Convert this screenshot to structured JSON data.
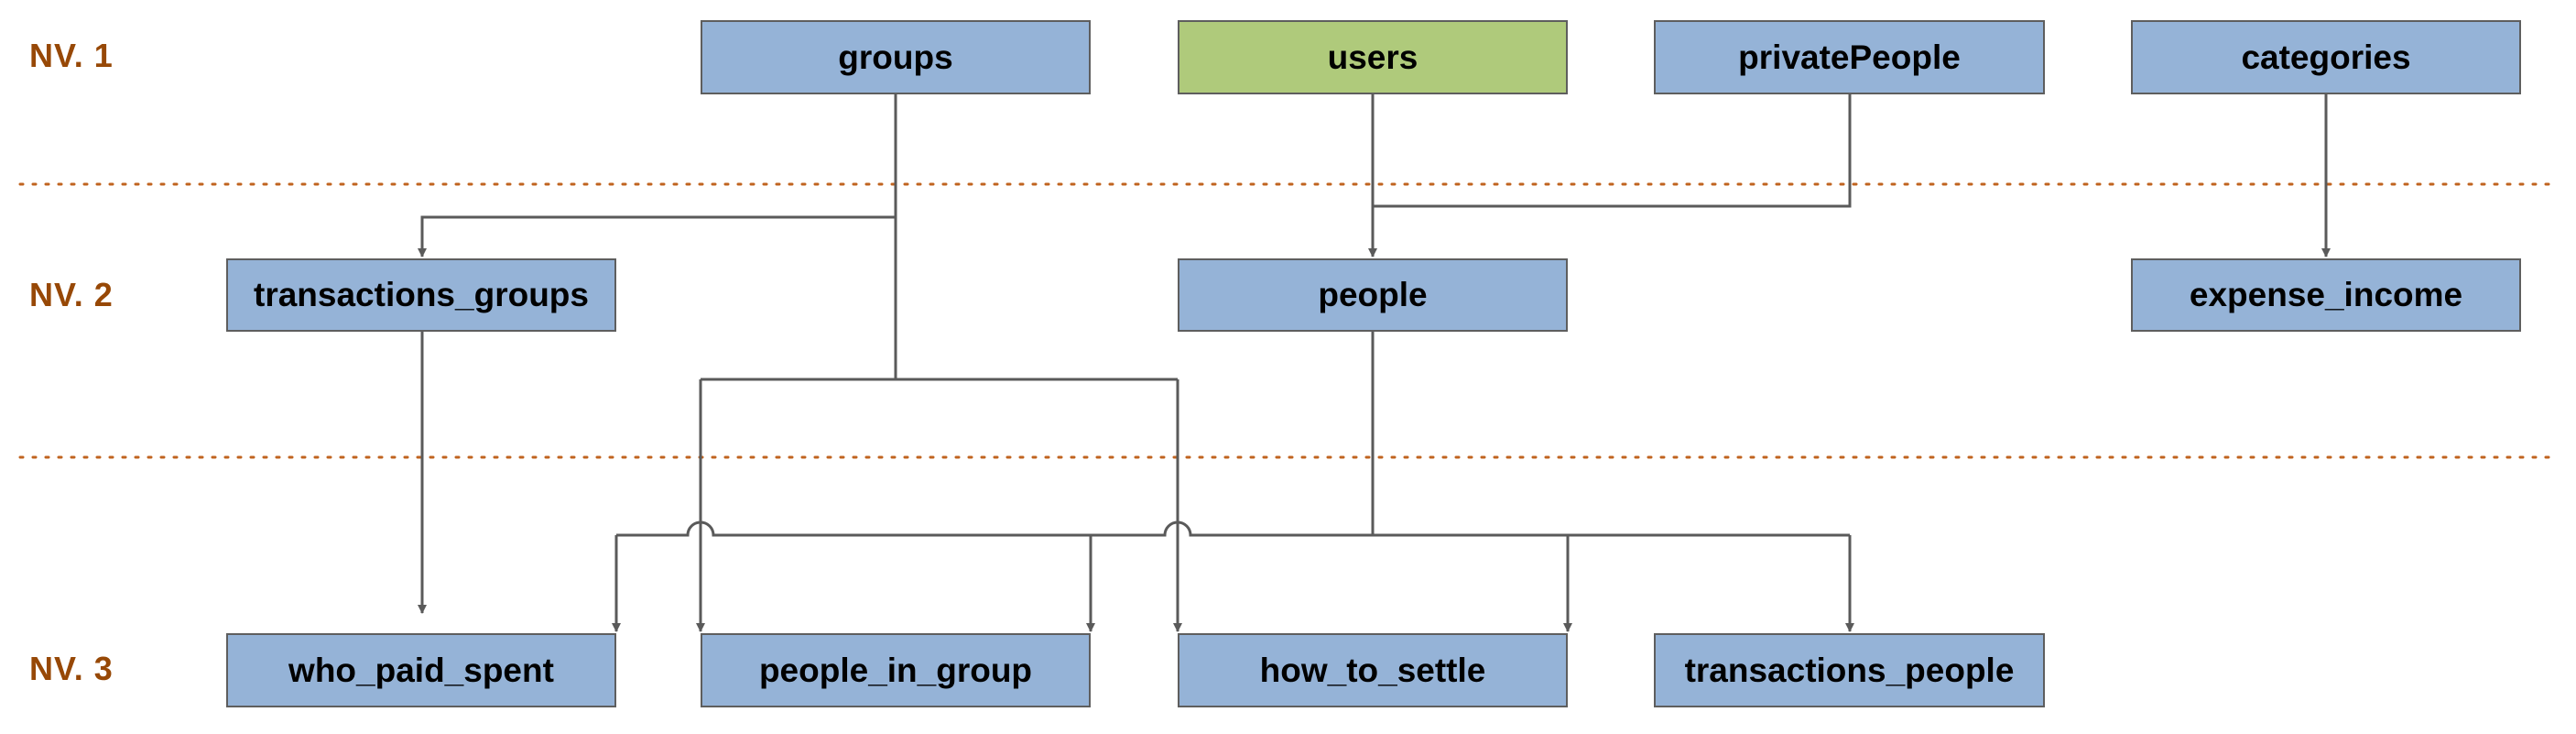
{
  "colors": {
    "node_fill": "#95b3d7",
    "node_highlight_fill": "#afca7b",
    "node_border": "#5e5e5e",
    "level_label": "#974806",
    "separator": "#c0631f",
    "connector": "#5a5a5a"
  },
  "levels": [
    {
      "id": "nv1",
      "label": "NV. 1"
    },
    {
      "id": "nv2",
      "label": "NV. 2"
    },
    {
      "id": "nv3",
      "label": "NV. 3"
    }
  ],
  "nodes": [
    {
      "id": "groups",
      "label": "groups",
      "level": "nv1",
      "highlight": false
    },
    {
      "id": "users",
      "label": "users",
      "level": "nv1",
      "highlight": true
    },
    {
      "id": "privatePeople",
      "label": "privatePeople",
      "level": "nv1",
      "highlight": false
    },
    {
      "id": "categories",
      "label": "categories",
      "level": "nv1",
      "highlight": false
    },
    {
      "id": "transactions_groups",
      "label": "transactions_groups",
      "level": "nv2",
      "highlight": false
    },
    {
      "id": "people",
      "label": "people",
      "level": "nv2",
      "highlight": false
    },
    {
      "id": "expense_income",
      "label": "expense_income",
      "level": "nv2",
      "highlight": false
    },
    {
      "id": "who_paid_spent",
      "label": "who_paid_spent",
      "level": "nv3",
      "highlight": false
    },
    {
      "id": "people_in_group",
      "label": "people_in_group",
      "level": "nv3",
      "highlight": false
    },
    {
      "id": "how_to_settle",
      "label": "how_to_settle",
      "level": "nv3",
      "highlight": false
    },
    {
      "id": "transactions_people",
      "label": "transactions_people",
      "level": "nv3",
      "highlight": false
    }
  ],
  "edges": [
    {
      "from": "groups",
      "to": "transactions_groups"
    },
    {
      "from": "groups",
      "to": "people_in_group"
    },
    {
      "from": "groups",
      "to": "how_to_settle"
    },
    {
      "from": "users",
      "to": "people"
    },
    {
      "from": "privatePeople",
      "to": "people"
    },
    {
      "from": "categories",
      "to": "expense_income"
    },
    {
      "from": "transactions_groups",
      "to": "who_paid_spent"
    },
    {
      "from": "people",
      "to": "who_paid_spent"
    },
    {
      "from": "people",
      "to": "people_in_group"
    },
    {
      "from": "people",
      "to": "how_to_settle"
    },
    {
      "from": "people",
      "to": "transactions_people"
    }
  ]
}
